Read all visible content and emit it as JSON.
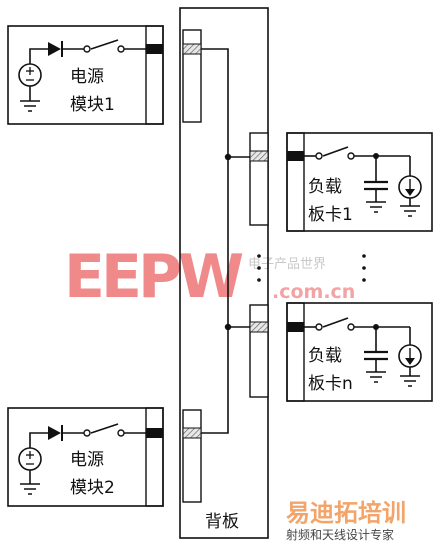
{
  "modules": {
    "power_top": {
      "line1": "电源",
      "line2": "模块1"
    },
    "power_bottom": {
      "line1": "电源",
      "line2": "模块2"
    },
    "load_top": {
      "line1": "负载",
      "line2": "板卡1"
    },
    "load_bottom": {
      "line1": "负载",
      "line2": "板卡n"
    }
  },
  "backplane": {
    "label": "背板"
  },
  "watermarks": {
    "eepw": "EEPW",
    "eepw_cn": "电子产品世界",
    "eepw_url": ".com.cn",
    "yidi_top": "易迪拓培训",
    "yidi_bottom": "射频和天线设计专家"
  },
  "colors": {
    "line": "#111111",
    "hatch": "#777777",
    "watermark_red": "#f08a8a",
    "watermark_orange": "#f2a46a"
  }
}
